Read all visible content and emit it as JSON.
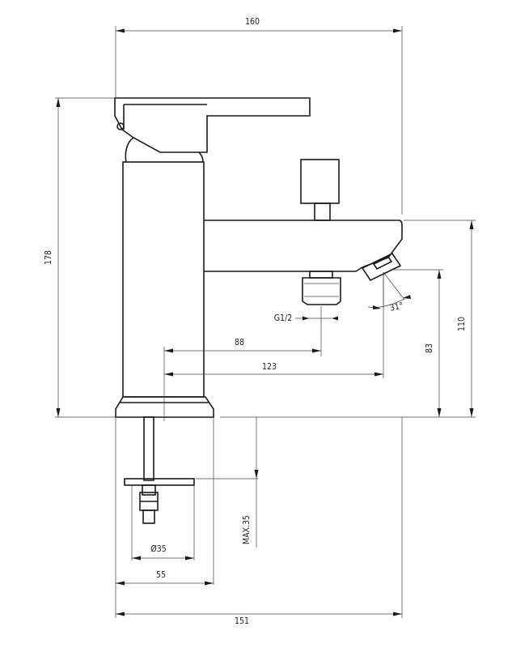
{
  "drawing": {
    "dimensions": {
      "overall_width": "160",
      "height": "178",
      "spout_height": "110",
      "outlet_height": "83",
      "spout_angle": "31°",
      "thread": "G1/2",
      "thread_offset": "88",
      "spout_reach": "123",
      "base_width": "151",
      "body_diameter": "55",
      "rod_diameter": "Ø35",
      "max_deck_thickness": "MAX.35"
    }
  }
}
